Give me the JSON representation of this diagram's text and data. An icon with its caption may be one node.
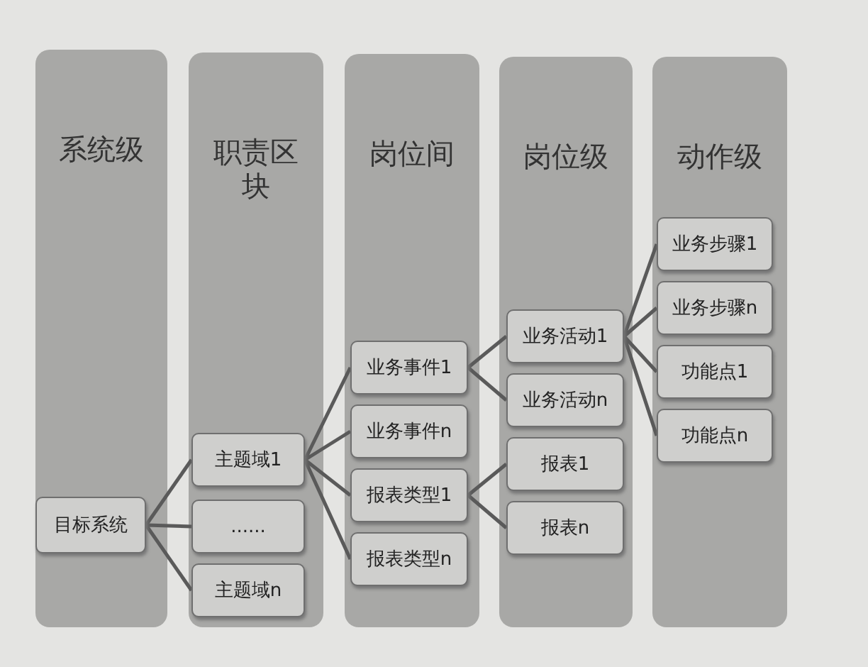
{
  "diagram": {
    "nodes": [
      {
        "text": [
          "系统级"
        ]
      },
      {
        "text": [
          "职责区块"
        ]
      },
      {
        "text": [
          "岗位间"
        ]
      },
      {
        "text": [
          "岗位级"
        ]
      },
      {
        "text": [
          "动作级"
        ]
      },
      {
        "text": [
          "目标系统"
        ],
        "in": 0
      },
      {
        "text": [
          "主题域1"
        ],
        "in": 1
      },
      {
        "text": [
          "......"
        ],
        "in": 1
      },
      {
        "text": [
          "主题域n"
        ],
        "in": 1
      },
      {
        "text": [
          "业务事件1"
        ],
        "in": 2
      },
      {
        "text": [
          "业务事件n"
        ],
        "in": 2
      },
      {
        "text": [
          "报表类型1"
        ],
        "in": 2
      },
      {
        "text": [
          "报表类型n"
        ],
        "in": 2
      },
      {
        "text": [
          "业务活动1"
        ],
        "in": 3
      },
      {
        "text": [
          "业务活动n"
        ],
        "in": 3
      },
      {
        "text": [
          "报表1"
        ],
        "in": 3
      },
      {
        "text": [
          "报表n"
        ],
        "in": 3
      },
      {
        "text": [
          "业务步骤1"
        ],
        "in": 4
      },
      {
        "text": [
          "业务步骤n"
        ],
        "in": 4
      },
      {
        "text": [
          "功能点1"
        ],
        "in": 4
      },
      {
        "text": [
          "功能点n"
        ],
        "in": 4
      }
    ],
    "edges": [
      {
        "from": 5,
        "to": 6,
        "arrow": "none"
      },
      {
        "from": 5,
        "to": 7,
        "arrow": "none"
      },
      {
        "from": 5,
        "to": 8,
        "arrow": "none"
      },
      {
        "from": 6,
        "to": 9,
        "arrow": "none"
      },
      {
        "from": 6,
        "to": 10,
        "arrow": "none"
      },
      {
        "from": 6,
        "to": 11,
        "arrow": "none"
      },
      {
        "from": 6,
        "to": 12,
        "arrow": "none"
      },
      {
        "from": 9,
        "to": 13,
        "arrow": "none"
      },
      {
        "from": 9,
        "to": 14,
        "arrow": "none"
      },
      {
        "from": 11,
        "to": 15,
        "arrow": "none"
      },
      {
        "from": 11,
        "to": 16,
        "arrow": "none"
      },
      {
        "from": 13,
        "to": 17,
        "arrow": "none"
      },
      {
        "from": 13,
        "to": 18,
        "arrow": "none"
      },
      {
        "from": 13,
        "to": 19,
        "arrow": "none"
      },
      {
        "from": 13,
        "to": 20,
        "arrow": "none"
      }
    ]
  }
}
